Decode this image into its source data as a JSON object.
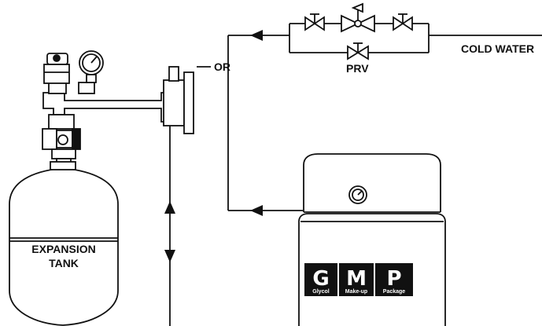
{
  "labels": {
    "cold_water": "COLD WATER",
    "prv": "PRV",
    "or": "OR",
    "expansion_tank_line1": "EXPANSION",
    "expansion_tank_line2": "TANK"
  },
  "gmp_logo": {
    "letters": [
      "G",
      "M",
      "P"
    ],
    "words": [
      "Glycol",
      "Make-up",
      "Package"
    ]
  },
  "colors": {
    "line": "#111111",
    "background": "#ffffff",
    "logo_fill": "#111111",
    "logo_text": "#ffffff"
  }
}
